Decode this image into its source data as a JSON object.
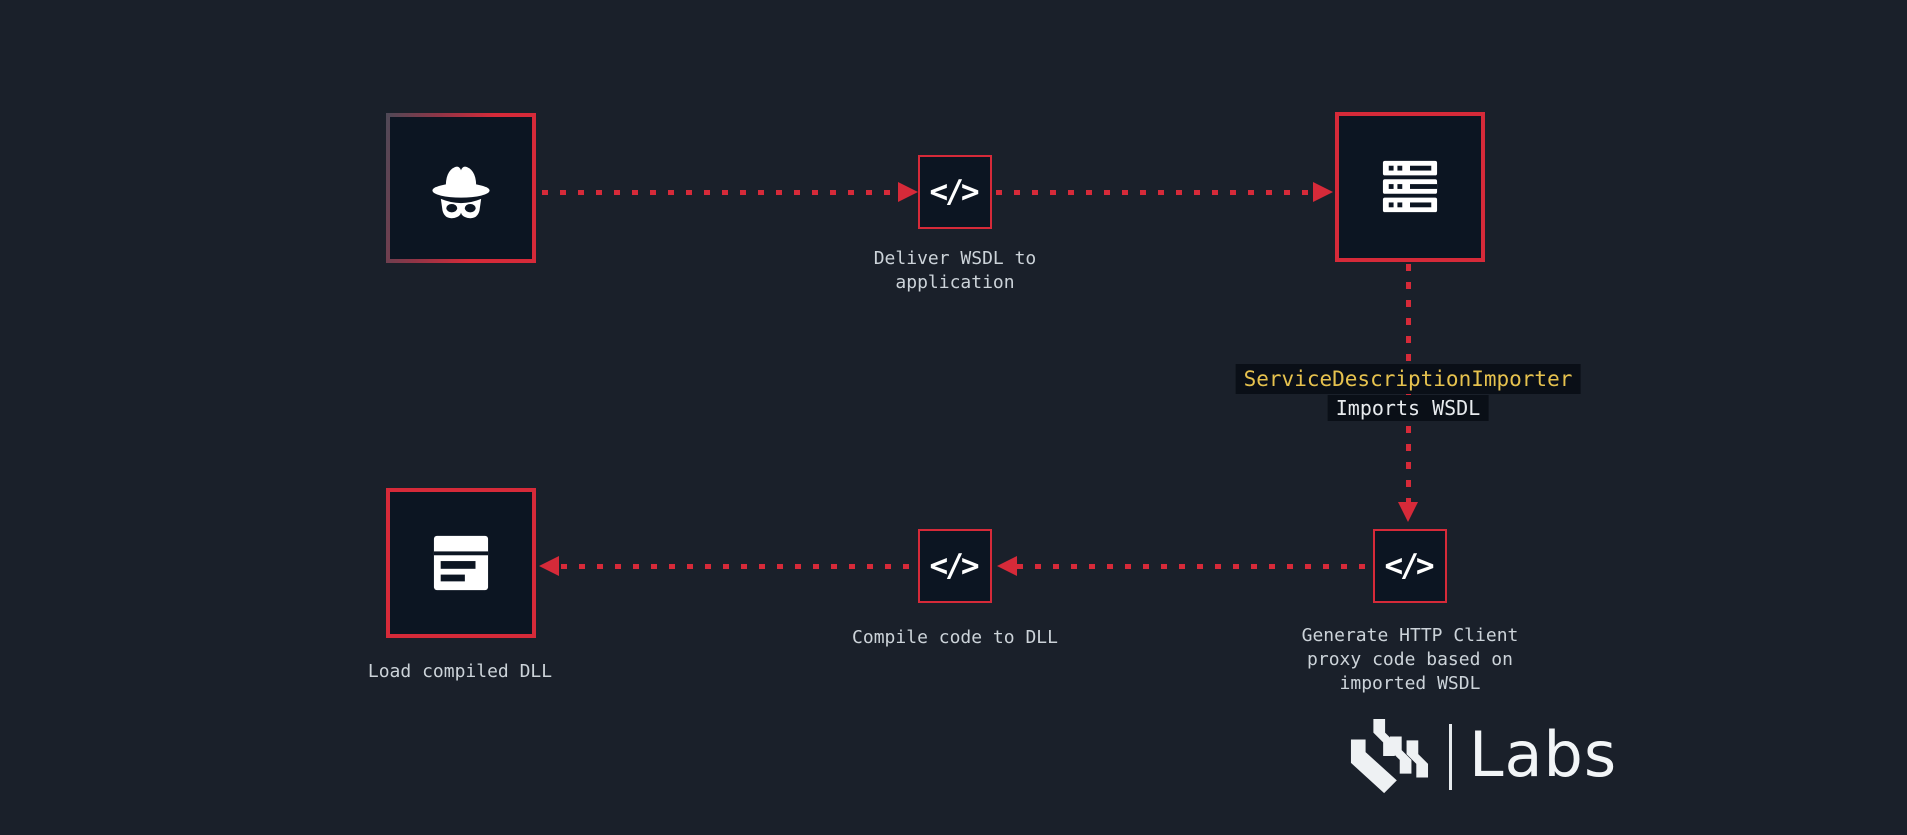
{
  "colors": {
    "background": "#1a202a",
    "node_fill": "#0c1522",
    "accent_red": "#d62a39",
    "label_text": "#ccd3d9",
    "code_yellow": "#e6c24e",
    "chip_background": "#0a0f17",
    "logo_white": "#f2f5f7"
  },
  "glyphs": {
    "code": "</>"
  },
  "diagram": {
    "attacker": {
      "icon": "incognito-icon"
    },
    "application": {
      "icon": "code-icon",
      "label_lines": [
        "Deliver WSDL to",
        "application"
      ]
    },
    "server": {
      "icon": "server-icon"
    },
    "importer_annotation": {
      "code_text": "ServiceDescriptionImporter",
      "plain_text": "Imports WSDL"
    },
    "proxy": {
      "icon": "code-icon",
      "label_lines": [
        "Generate HTTP Client",
        "proxy code based on",
        "imported WSDL"
      ]
    },
    "compile": {
      "icon": "code-icon",
      "label": "Compile code to DLL"
    },
    "load": {
      "icon": "dll-box-icon",
      "label": "Load compiled DLL"
    }
  },
  "logo": {
    "mark": "watchtowr-logo-mark",
    "text": "Labs"
  }
}
